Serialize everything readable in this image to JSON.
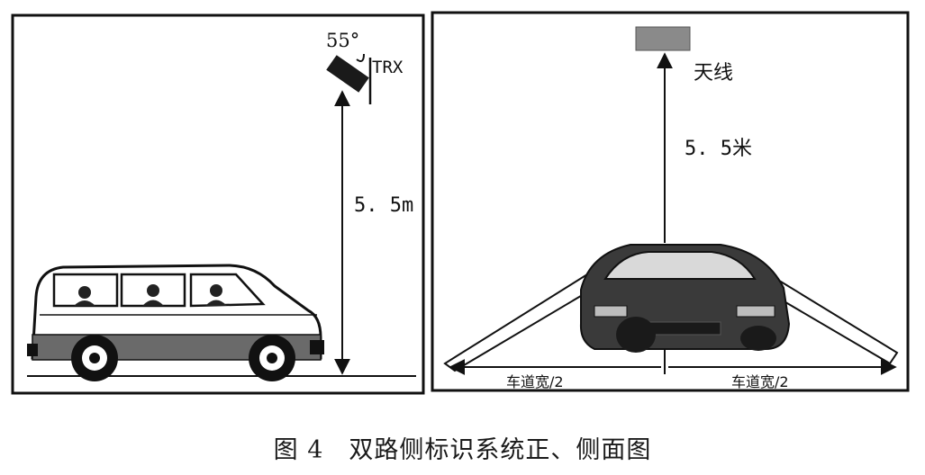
{
  "left_panel": {
    "angle_label": "55°",
    "device_label": "TRX",
    "height_label": "5. 5m"
  },
  "right_panel": {
    "antenna_label": "天线",
    "height_label": "5. 5米",
    "lane_left_label": "车道宽/2",
    "lane_right_label": "车道宽/2"
  },
  "caption": {
    "figure_number": "图 4",
    "title": "双路侧标识系统正、侧面图"
  },
  "colors": {
    "ink": "#111111",
    "antenna_fill": "#8a8a8a",
    "car_body": "#3a3a3a",
    "van_stripe": "#6a6a6a"
  }
}
